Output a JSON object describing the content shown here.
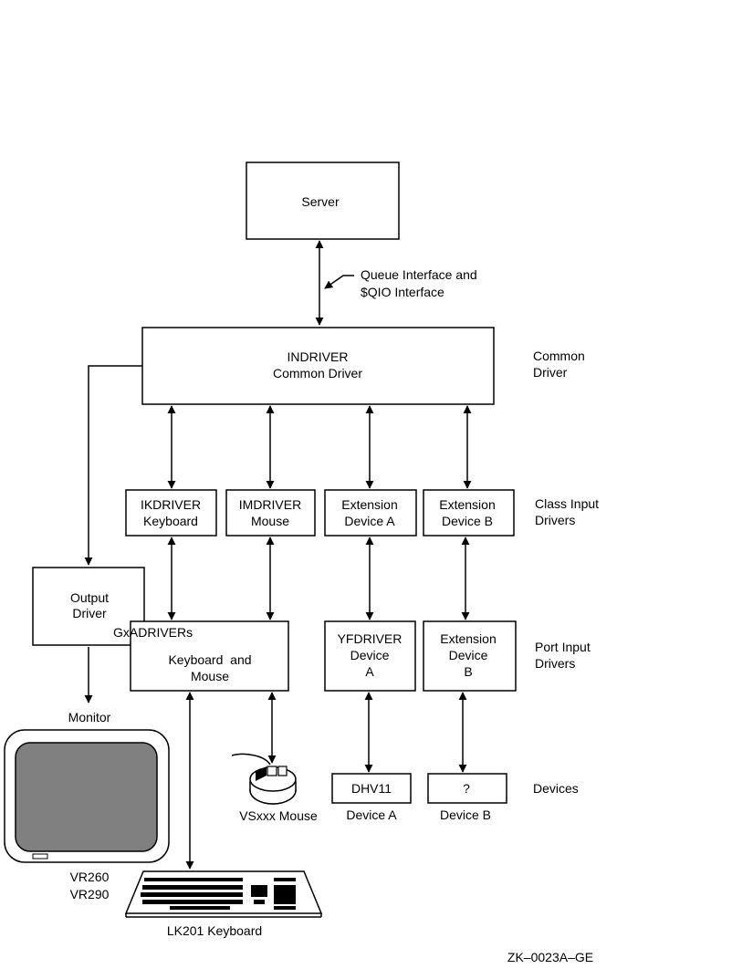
{
  "boxes": {
    "server": "Server",
    "indriver": {
      "title": "INDRIVER",
      "subtitle": "Common Driver"
    },
    "ikdriver": {
      "title": "IKDRIVER",
      "subtitle": "Keyboard"
    },
    "imdriver": {
      "title": "IMDRIVER",
      "subtitle": "Mouse"
    },
    "class_ext_a": {
      "line1": "Extension",
      "line2": "Device A"
    },
    "class_ext_b": {
      "line1": "Extension",
      "line2": "Device B"
    },
    "output_driver": {
      "line1": "Output",
      "line2": "Driver"
    },
    "gxadrivers": {
      "title": "GxADRIVERs",
      "line1": "Keyboard  and",
      "line2": "Mouse"
    },
    "yfdriver": {
      "line1": "YFDRIVER",
      "line2": "Device",
      "line3": "A"
    },
    "port_ext_b": {
      "line1": "Extension",
      "line2": "Device",
      "line3": "B"
    },
    "dhv11": "DHV11",
    "unknown_device": "?"
  },
  "labels": {
    "queue_interface_1": "Queue Interface and",
    "queue_interface_2": "$QIO Interface",
    "common_driver_1": "Common",
    "common_driver_2": "Driver",
    "class_input_1": "Class Input",
    "class_input_2": "Drivers",
    "port_input_1": "Port Input",
    "port_input_2": "Drivers",
    "devices": "Devices",
    "monitor": "Monitor",
    "vsxxx_mouse": "VSxxx Mouse",
    "device_a": "Device A",
    "device_b": "Device B",
    "vr260": "VR260",
    "vr290": "VR290",
    "lk201_keyboard": "LK201 Keyboard",
    "figure_code": "ZK–0023A–GE"
  }
}
